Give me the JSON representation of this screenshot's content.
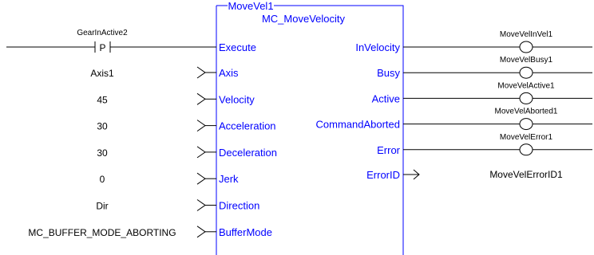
{
  "block": {
    "instance_name": "MoveVel1",
    "type_name": "MC_MoveVelocity"
  },
  "execute": {
    "contact_variable": "GearInActive2",
    "contact_type": "P",
    "pin": "Execute"
  },
  "inputs": [
    {
      "value": "Axis1",
      "pin": "Axis"
    },
    {
      "value": "45",
      "pin": "Velocity"
    },
    {
      "value": "30",
      "pin": "Acceleration"
    },
    {
      "value": "30",
      "pin": "Deceleration"
    },
    {
      "value": "0",
      "pin": "Jerk"
    },
    {
      "value": "Dir",
      "pin": "Direction"
    },
    {
      "value": "MC_BUFFER_MODE_ABORTING",
      "pin": "BufferMode"
    }
  ],
  "outputs": [
    {
      "pin": "InVelocity",
      "coil": "MoveVelInVel1"
    },
    {
      "pin": "Busy",
      "coil": "MoveVelBusy1"
    },
    {
      "pin": "Active",
      "coil": "MoveVelActive1"
    },
    {
      "pin": "CommandAborted",
      "coil": "MoveVelAborted1"
    },
    {
      "pin": "Error",
      "coil": "MoveVelError1"
    }
  ],
  "error_id": {
    "pin": "ErrorID",
    "variable": "MoveVelErrorID1"
  },
  "colors": {
    "block": "#0000ff",
    "wire": "#000000",
    "text": "#000000"
  }
}
